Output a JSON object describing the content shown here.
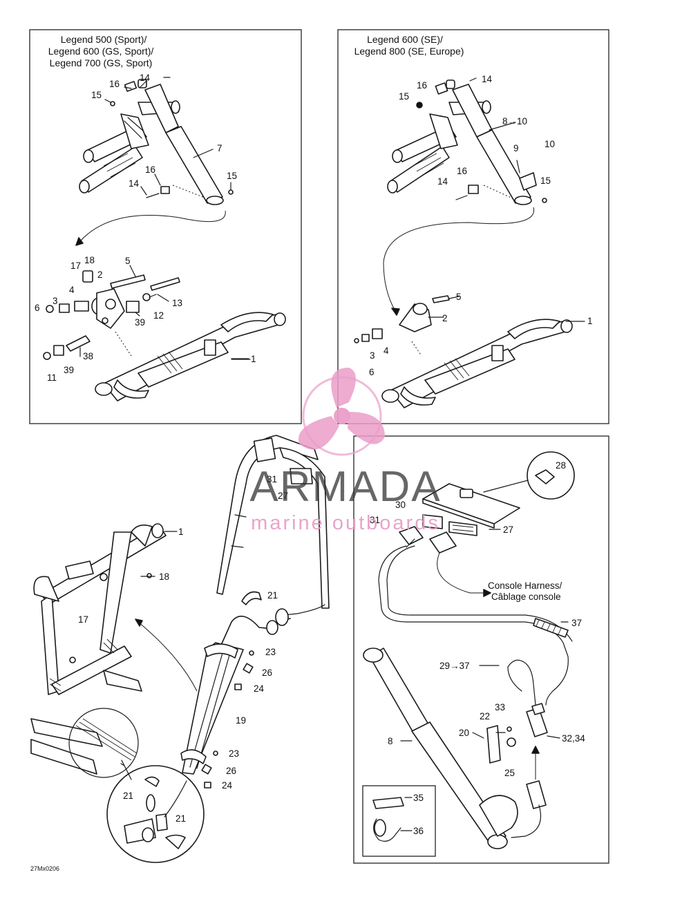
{
  "panels": {
    "top_left_title": [
      "Legend 500 (Sport)/",
      "Legend 600 (GS, Sport)/",
      "Legend 700 (GS, Sport)"
    ],
    "top_right_title": [
      "Legend 600 (SE)/",
      "Legend 800 (SE, Europe)"
    ]
  },
  "annotation": {
    "console_harness": [
      "Console Harness/",
      "Câblage console"
    ]
  },
  "watermark": {
    "brand": "ARMADA",
    "subtitle": "marine outboards",
    "logo_icon": "propeller-icon",
    "logo_color": "#EA9EC8"
  },
  "figure_code": "27Mx0206",
  "callouts": {
    "tl": [
      "14",
      "16",
      "15",
      "7",
      "16",
      "14",
      "15",
      "17",
      "18",
      "5",
      "2",
      "4",
      "3",
      "6",
      "13",
      "12",
      "39",
      "38",
      "11",
      "39",
      "1"
    ],
    "tr": [
      "14",
      "16",
      "15",
      "8→10",
      "9",
      "10",
      "16",
      "14",
      "15",
      "5",
      "2",
      "1",
      "4",
      "3",
      "6"
    ],
    "bl": [
      "31",
      "27",
      "1",
      "18",
      "17",
      "21",
      "23",
      "26",
      "24",
      "19",
      "23",
      "26",
      "24",
      "21",
      "21"
    ],
    "br": [
      "28",
      "30",
      "31",
      "27",
      "37",
      "29→37",
      "33",
      "22",
      "20",
      "25",
      "32,34",
      "8",
      "35",
      "36"
    ]
  }
}
